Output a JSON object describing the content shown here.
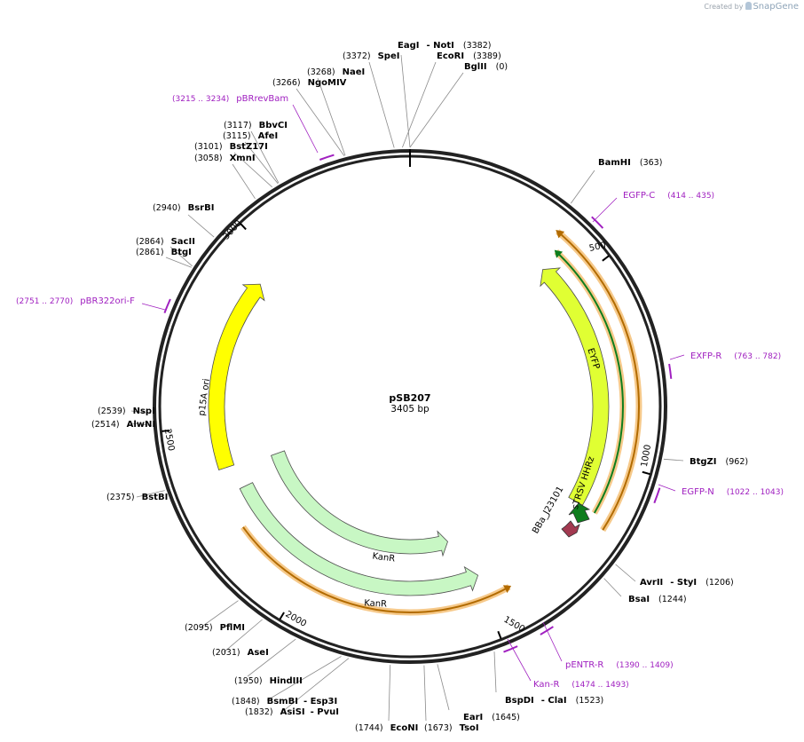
{
  "credit": {
    "prefix": "Created by",
    "brand": "SnapGene"
  },
  "plasmid": {
    "name": "pSB207",
    "length": 3405,
    "length_label": "3405 bp"
  },
  "ticks": [
    {
      "pos": 500,
      "label": "500"
    },
    {
      "pos": 1000,
      "label": "1000"
    },
    {
      "pos": 1500,
      "label": "1500"
    },
    {
      "pos": 2000,
      "label": "2000"
    },
    {
      "pos": 2500,
      "label": "2500"
    },
    {
      "pos": 3000,
      "label": "3000"
    }
  ],
  "enzymes": [
    {
      "pos": 3405,
      "name": "EagI",
      "name2": "NotI",
      "pos_label": "(3382)"
    },
    {
      "pos": 3389,
      "name": "EcoRI",
      "pos_label": "(3389)"
    },
    {
      "pos": 0,
      "name": "BglII",
      "pos_label": "(0)"
    },
    {
      "pos": 3372,
      "name": "SpeI",
      "pos_label": "(3372)"
    },
    {
      "pos": 3268,
      "name": "NaeI",
      "pos_label": "(3268)"
    },
    {
      "pos": 3266,
      "name": "NgoMIV",
      "pos_label": "(3266)"
    },
    {
      "pos": 3117,
      "name": "BbvCI",
      "pos_label": "(3117)"
    },
    {
      "pos": 3115,
      "name": "AfeI",
      "pos_label": "(3115)"
    },
    {
      "pos": 3101,
      "name": "BstZ17I",
      "pos_label": "(3101)"
    },
    {
      "pos": 3058,
      "name": "XmnI",
      "pos_label": "(3058)"
    },
    {
      "pos": 2940,
      "name": "BsrBI",
      "pos_label": "(2940)"
    },
    {
      "pos": 2864,
      "name": "SacII",
      "pos_label": "(2864)"
    },
    {
      "pos": 2861,
      "name": "BtgI",
      "pos_label": "(2861)"
    },
    {
      "pos": 2539,
      "name": "NspI",
      "pos_label": "(2539)"
    },
    {
      "pos": 2514,
      "name": "AlwNI",
      "pos_label": "(2514)"
    },
    {
      "pos": 2375,
      "name": "BstBI",
      "pos_label": "(2375)"
    },
    {
      "pos": 2095,
      "name": "PflMI",
      "pos_label": "(2095)"
    },
    {
      "pos": 2031,
      "name": "AseI",
      "pos_label": "(2031)"
    },
    {
      "pos": 1950,
      "name": "HindIII",
      "pos_label": "(1950)"
    },
    {
      "pos": 1848,
      "name": "BsmBI",
      "name2": "Esp3I",
      "pos_label": "(1848)"
    },
    {
      "pos": 1832,
      "name": "AsiSI",
      "name2": "PvuI",
      "pos_label": "(1832)"
    },
    {
      "pos": 1744,
      "name": "EcoNI",
      "pos_label": "(1744)"
    },
    {
      "pos": 1673,
      "name": "TsoI",
      "pos_label": "(1673)"
    },
    {
      "pos": 1645,
      "name": "EarI",
      "pos_label": "(1645)"
    },
    {
      "pos": 1523,
      "name": "BspDI",
      "name2": "ClaI",
      "pos_label": "(1523)"
    },
    {
      "pos": 1244,
      "name": "BsaI",
      "pos_label": "(1244)"
    },
    {
      "pos": 1206,
      "name": "AvrII",
      "name2": "StyI",
      "pos_label": "(1206)"
    },
    {
      "pos": 962,
      "name": "BtgZI",
      "pos_label": "(962)"
    },
    {
      "pos": 363,
      "name": "BamHI",
      "pos_label": "(363)"
    }
  ],
  "primers": [
    {
      "start": 3215,
      "end": 3234,
      "name": "pBRrevBam",
      "range_label": "(3215 .. 3234)"
    },
    {
      "start": 414,
      "end": 435,
      "name": "EGFP-C",
      "range_label": "(414 .. 435)"
    },
    {
      "start": 763,
      "end": 782,
      "name": "EXFP-R",
      "range_label": "(763 .. 782)"
    },
    {
      "start": 1022,
      "end": 1043,
      "name": "EGFP-N",
      "range_label": "(1022 .. 1043)"
    },
    {
      "start": 1390,
      "end": 1409,
      "name": "pENTR-R",
      "range_label": "(1390 .. 1409)"
    },
    {
      "start": 1474,
      "end": 1493,
      "name": "Kan-R",
      "range_label": "(1474 .. 1493)"
    },
    {
      "start": 2751,
      "end": 2770,
      "name": "pBR322ori-F",
      "range_label": "(2751 .. 2770)"
    }
  ],
  "features": [
    {
      "name": "EYFP",
      "label": "EYFP",
      "start": 417,
      "end": 1133,
      "direction": "reverse",
      "color": "#e0ff33",
      "type": "cds"
    },
    {
      "name": "sTRSV HHRz",
      "label": "sTRSV HHRz",
      "start": 1140,
      "end": 1165,
      "direction": "reverse",
      "color": "#0e7d1d",
      "type": "ribozyme"
    },
    {
      "name": "BBa_J23101",
      "label": "BBa_J23101",
      "start": 1165,
      "end": 1200,
      "direction": "reverse",
      "color": "#a23950",
      "type": "promoter"
    },
    {
      "name": "KanR",
      "label": "KanR",
      "start": 1555,
      "end": 2370,
      "direction": "reverse",
      "color": "#c8f7c4",
      "type": "cds"
    },
    {
      "name": "KanR",
      "label": "KanR",
      "start": 1495,
      "end": 2310,
      "direction": "reverse",
      "color": "#c8f7c4",
      "type": "cds"
    },
    {
      "name": "p15A ori",
      "label": "p15A ori",
      "start": 2380,
      "end": 2925,
      "direction": "forward",
      "color": "#ffff00",
      "type": "origin"
    }
  ],
  "orfs": [
    {
      "start": 410,
      "end": 1135,
      "direction": "reverse",
      "color": "#0e7d1d"
    },
    {
      "start": 380,
      "end": 1160,
      "direction": "reverse",
      "color": "#b26b00"
    },
    {
      "start": 1430,
      "end": 2215,
      "direction": "reverse",
      "color": "#b26b00"
    }
  ]
}
